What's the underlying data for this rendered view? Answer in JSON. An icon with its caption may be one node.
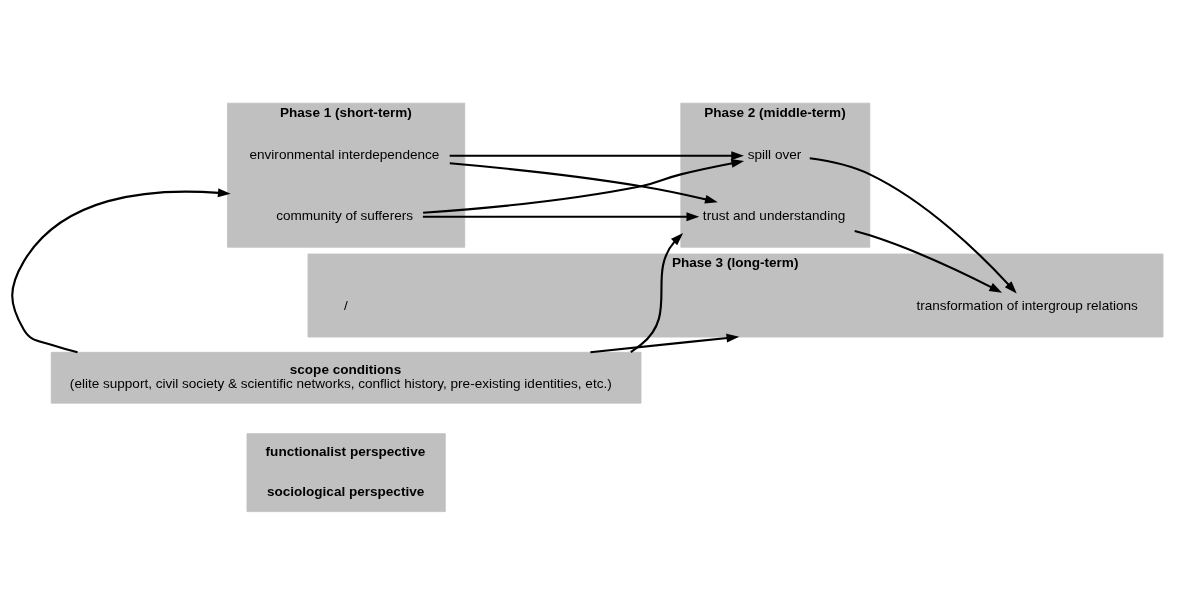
{
  "diagram": {
    "nodes": [
      {
        "text": [
          "functionalist perspective",
          "sociological perspective"
        ]
      },
      {
        "text": [
          "Phase 1 (short-term)"
        ]
      },
      {
        "text": [
          "environmental interdependence"
        ],
        "in": 1
      },
      {
        "text": [
          "community of sufferers"
        ],
        "in": 1
      },
      {
        "text": [
          "Phase 2 (middle-term)"
        ]
      },
      {
        "text": [
          "spill over"
        ],
        "in": 4
      },
      {
        "text": [
          "trust and understanding"
        ],
        "in": 4
      },
      {
        "text": [
          "Phase 3 (long-term)"
        ]
      },
      {
        "text": [
          "/"
        ],
        "in": 7
      },
      {
        "text": [
          "transformation of intergroup relations"
        ],
        "in": 7
      },
      {
        "text": [
          "scope conditions",
          "(elite support, civil society & scientific networks, conflict history, pre-existing identities, etc.)"
        ]
      }
    ],
    "edges": [
      {
        "from": 2,
        "to": 5,
        "arrow": "to"
      },
      {
        "from": 2,
        "to": 6,
        "arrow": "to"
      },
      {
        "from": 3,
        "to": 5,
        "arrow": "to"
      },
      {
        "from": 3,
        "to": 6,
        "arrow": "to"
      },
      {
        "from": 5,
        "to": 9,
        "arrow": "to"
      },
      {
        "from": 6,
        "to": 9,
        "arrow": "to"
      },
      {
        "from": 10,
        "to": 1,
        "arrow": "to"
      },
      {
        "from": 10,
        "to": 4,
        "arrow": "to"
      },
      {
        "from": 10,
        "to": 7,
        "arrow": "to"
      }
    ]
  }
}
